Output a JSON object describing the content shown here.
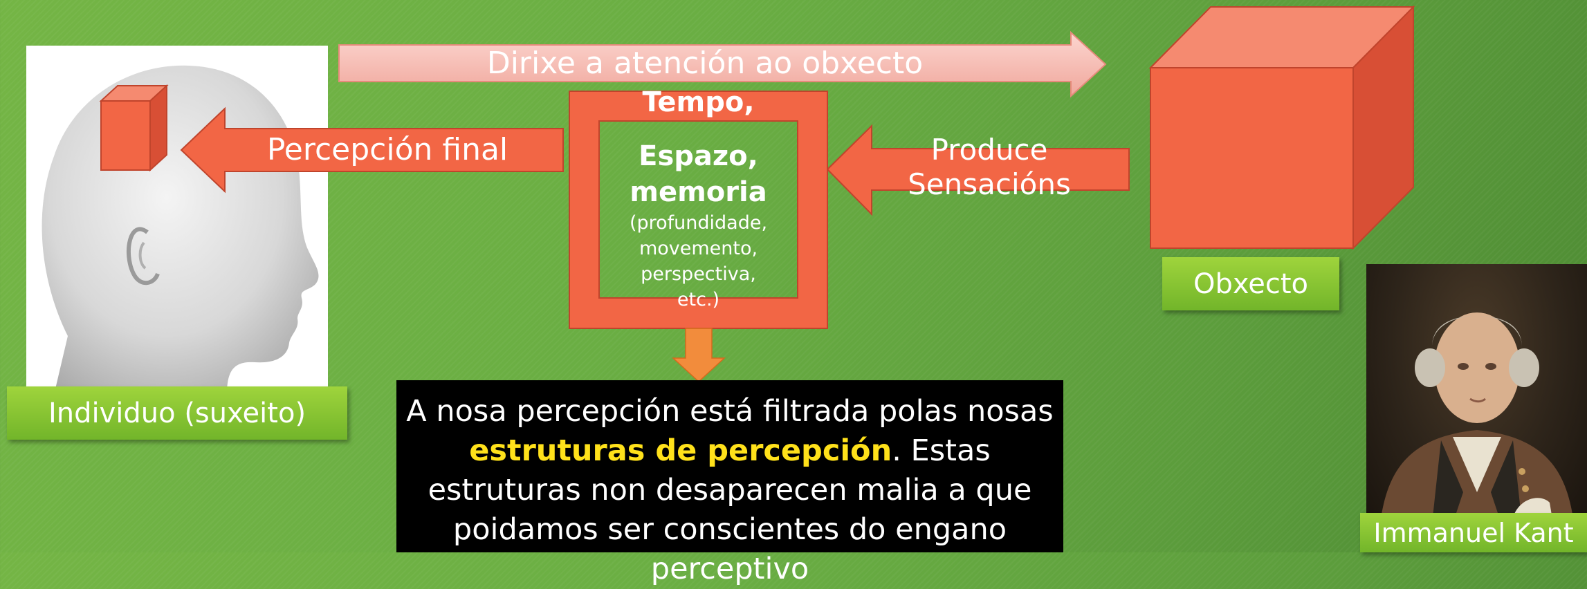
{
  "arrows": {
    "attention": "Dirixe a atención ao obxecto",
    "final": "Percepción final",
    "produce_line1": "Produce",
    "produce_line2": "Sensacións"
  },
  "filter": {
    "outer_title": "Tempo,",
    "inner_title_1": "Espazo,",
    "inner_title_2": "memoria",
    "inner_sub_1": "(profundidade,",
    "inner_sub_2": "movemento,",
    "inner_sub_3": "perspectiva,",
    "inner_sub_4": "etc.)"
  },
  "labels": {
    "subject": "Individuo (suxeito)",
    "object": "Obxecto",
    "kant": "Immanuel Kant"
  },
  "note": {
    "part1": "A nosa percepción está filtrada polas nosas ",
    "highlight": "estruturas de percepción",
    "part2": ". Estas estruturas non desaparecen malia a que poidamos ser conscientes do engano perceptivo"
  },
  "colors": {
    "shape_fill": "#f26645",
    "shape_stroke": "#b8402a",
    "highlight": "#ffe11a",
    "label_green": "#8cc63f"
  }
}
